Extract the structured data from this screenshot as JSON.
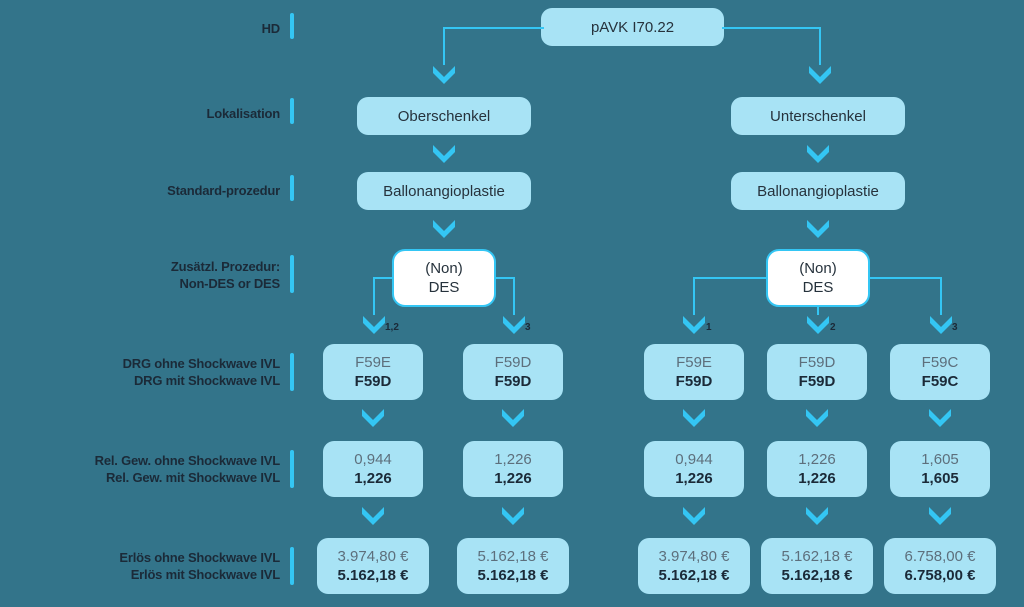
{
  "diagram": {
    "title_node": "pAVK I70.22",
    "background_color": "#33748a",
    "node_color": "#a8e3f5",
    "accent_color": "#34c6f4",
    "text_color": "#26323c"
  },
  "row_labels": [
    {
      "line1": "HD",
      "line2": ""
    },
    {
      "line1": "Lokalisation",
      "line2": ""
    },
    {
      "line1": "Standard-prozedur",
      "line2": ""
    },
    {
      "line1": "Zusätzl. Prozedur:",
      "line2": "Non-DES or DES"
    },
    {
      "line1": "DRG ohne Shockwave IVL",
      "line2": "DRG mit Shockwave IVL"
    },
    {
      "line1": "Rel. Gew. ohne Shockwave IVL",
      "line2": "Rel. Gew. mit Shockwave IVL"
    },
    {
      "line1": "Erlös ohne Shockwave IVL",
      "line2": "Erlös mit Shockwave IVL"
    }
  ],
  "localisation": {
    "left": "Oberschenkel",
    "right": "Unterschenkel"
  },
  "procedure": {
    "left": "Ballonangioplastie",
    "right": "Ballonangioplastie"
  },
  "des_node": {
    "line1": "(Non)",
    "line2": "DES"
  },
  "branch_numbers": {
    "left_a": "1,2",
    "left_b": "3",
    "right_a": "1",
    "right_b": "2",
    "right_c": "3"
  },
  "columns": [
    {
      "branch": "left",
      "drg_without": "F59E",
      "drg_with": "F59D",
      "weight_without": "0,944",
      "weight_with": "1,226",
      "revenue_without": "3.974,80 €",
      "revenue_with": "5.162,18 €"
    },
    {
      "branch": "left",
      "drg_without": "F59D",
      "drg_with": "F59D",
      "weight_without": "1,226",
      "weight_with": "1,226",
      "revenue_without": "5.162,18 €",
      "revenue_with": "5.162,18 €"
    },
    {
      "branch": "right",
      "drg_without": "F59E",
      "drg_with": "F59D",
      "weight_without": "0,944",
      "weight_with": "1,226",
      "revenue_without": "3.974,80 €",
      "revenue_with": "5.162,18 €"
    },
    {
      "branch": "right",
      "drg_without": "F59D",
      "drg_with": "F59D",
      "weight_without": "1,226",
      "weight_with": "1,226",
      "revenue_without": "5.162,18 €",
      "revenue_with": "5.162,18 €"
    },
    {
      "branch": "right",
      "drg_without": "F59C",
      "drg_with": "F59C",
      "weight_without": "1,605",
      "weight_with": "1,605",
      "revenue_without": "6.758,00 €",
      "revenue_with": "6.758,00 €"
    }
  ]
}
